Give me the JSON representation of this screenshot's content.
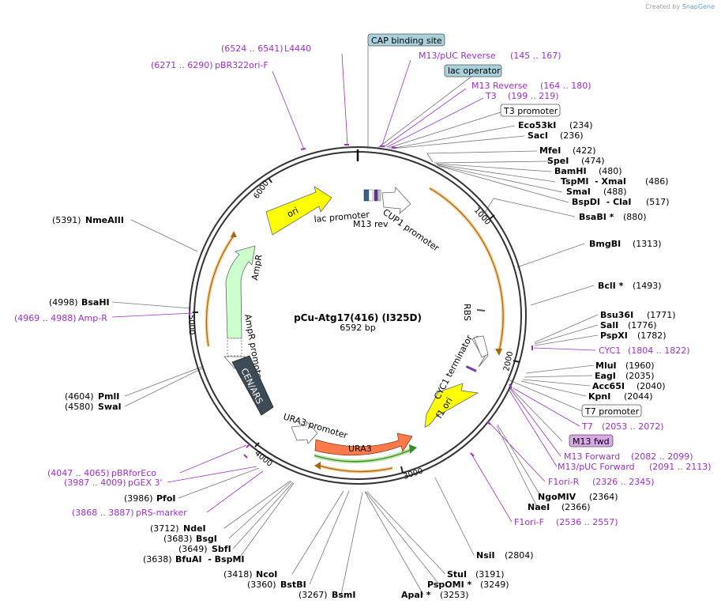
{
  "credit": {
    "prefix": "Created by",
    "brand": "SnapGene"
  },
  "plasmid": {
    "name": "pCu-Atg17(416) (I325D)",
    "size": "6592 bp"
  },
  "ticks": [
    "1000",
    "2000",
    "3000",
    "4000",
    "5000",
    "6000"
  ],
  "boxed_features": [
    {
      "label": "CAP binding site",
      "color": "#a9d1dc"
    },
    {
      "label": "lac operator",
      "color": "#a9d1dc"
    },
    {
      "label": "T3 promoter",
      "color": "#ffffff"
    },
    {
      "label": "T7 promoter",
      "color": "#ffffff"
    },
    {
      "label": "M13 fwd",
      "color": "#d9a6e6"
    }
  ],
  "enzymes_right": [
    {
      "name": "Eco53kI",
      "pos": "(234)"
    },
    {
      "name": "SacI",
      "pos": "(236)"
    },
    {
      "name": "MfeI",
      "pos": "(422)"
    },
    {
      "name": "SpeI",
      "pos": "(474)"
    },
    {
      "name": "BamHI",
      "pos": "(480)"
    },
    {
      "name": "TspMI  - XmaI",
      "pos": "(486)"
    },
    {
      "name": "SmaI",
      "pos": "(488)"
    },
    {
      "name": "BspDI  - ClaI",
      "pos": "(517)"
    },
    {
      "name": "BsaBI *",
      "pos": "(880)"
    },
    {
      "name": "BmgBI",
      "pos": "(1313)"
    },
    {
      "name": "BclI *",
      "pos": "(1493)"
    },
    {
      "name": "Bsu36I",
      "pos": "(1771)"
    },
    {
      "name": "SalI",
      "pos": "(1776)"
    },
    {
      "name": "PspXI",
      "pos": "(1782)"
    },
    {
      "name": "MluI",
      "pos": "(1960)"
    },
    {
      "name": "EagI",
      "pos": "(2035)"
    },
    {
      "name": "Acc65I",
      "pos": "(2040)"
    },
    {
      "name": "KpnI",
      "pos": "(2044)"
    },
    {
      "name": "NgoMIV",
      "pos": "(2364)"
    },
    {
      "name": "NaeI",
      "pos": "(2366)"
    },
    {
      "name": "NsiI",
      "pos": "(2804)"
    },
    {
      "name": "StuI",
      "pos": "(3191)"
    },
    {
      "name": "PspOMI *",
      "pos": "(3249)"
    },
    {
      "name": "ApaI *",
      "pos": "(3253)"
    }
  ],
  "enzymes_left": [
    {
      "name": "NmeAIII",
      "pos": "(5391)"
    },
    {
      "name": "BsaHI",
      "pos": "(4998)"
    },
    {
      "name": "PmlI",
      "pos": "(4604)"
    },
    {
      "name": "SwaI",
      "pos": "(4580)"
    },
    {
      "name": "PfoI",
      "pos": "(3986)"
    },
    {
      "name": "NdeI",
      "pos": "(3712)"
    },
    {
      "name": "BsgI",
      "pos": "(3683)"
    },
    {
      "name": "SbfI",
      "pos": "(3649)"
    },
    {
      "name": "BfuAI  - BspMI",
      "pos": "(3638)"
    },
    {
      "name": "NcoI",
      "pos": "(3418)"
    },
    {
      "name": "BstBI",
      "pos": "(3360)"
    },
    {
      "name": "BsmI",
      "pos": "(3267)"
    }
  ],
  "primers": [
    {
      "name": "L4440",
      "range": "(6524 .. 6541)"
    },
    {
      "name": "pBR322ori-F",
      "range": "(6271 .. 6290)"
    },
    {
      "name": "M13/pUC Reverse",
      "range": "(145 .. 167)"
    },
    {
      "name": "M13 Reverse",
      "range": "(164 .. 180)"
    },
    {
      "name": "T3",
      "range": "(199 .. 219)"
    },
    {
      "name": "CYC1",
      "range": "(1804 .. 1822)"
    },
    {
      "name": "T7",
      "range": "(2053 .. 2072)"
    },
    {
      "name": "M13 Forward",
      "range": "(2082 .. 2099)"
    },
    {
      "name": "M13/pUC Forward",
      "range": "(2091 .. 2113)"
    },
    {
      "name": "F1ori-R",
      "range": "(2326 .. 2345)"
    },
    {
      "name": "F1ori-F",
      "range": "(2536 .. 2557)"
    },
    {
      "name": "Amp-R",
      "range": "(4969 .. 4988)"
    },
    {
      "name": "pBRforEco",
      "range": "(4047 .. 4065)"
    },
    {
      "name": "pGEX 3'",
      "range": "(3987 .. 4009)"
    },
    {
      "name": "pRS-marker",
      "range": "(3868 .. 3887)"
    }
  ],
  "features": {
    "ori": "ori",
    "ampr": "AmpR",
    "ampr_promoter": "AmpR promoter",
    "cen_ars": "CEN/ARS",
    "ura3": "URA3",
    "ura3_promoter": "URA3 promoter",
    "f1_ori": "f1 ori",
    "cyc1_terminator": "CYC1 terminator",
    "rbs": "RBS",
    "cup1_promoter": "CUP1 promoter",
    "lac_promoter": "lac promoter",
    "m13_rev": "M13 rev"
  }
}
